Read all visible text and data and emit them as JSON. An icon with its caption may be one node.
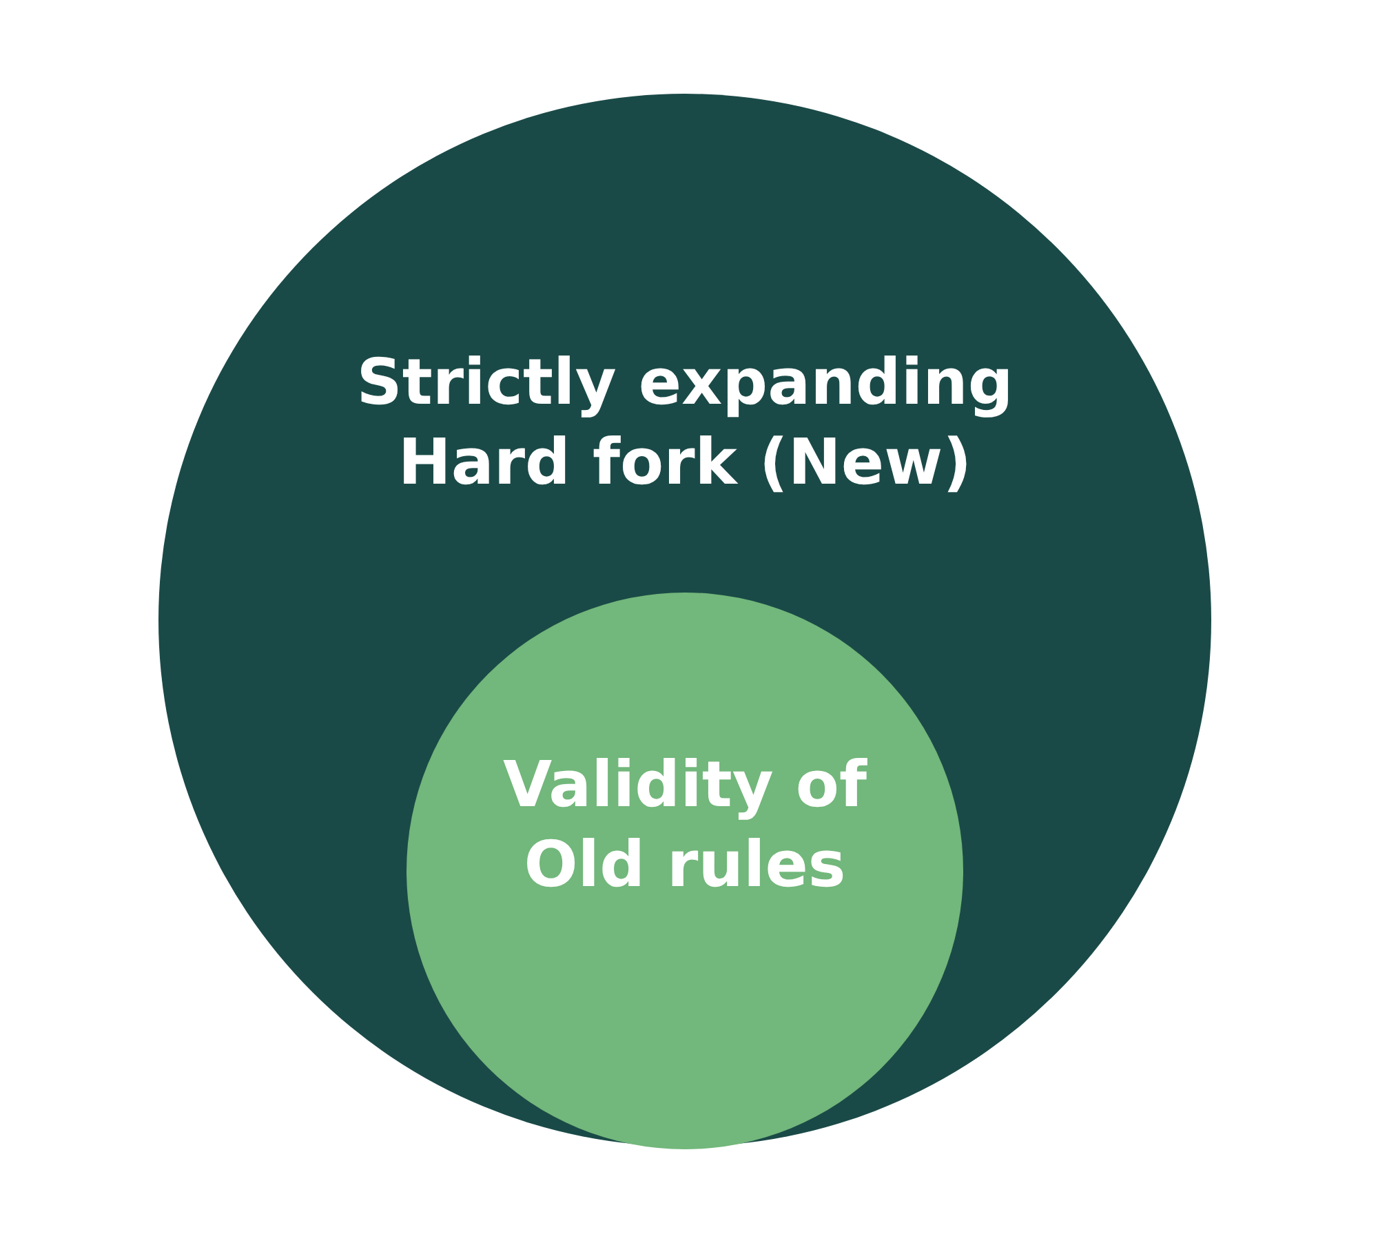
{
  "diagram": {
    "nodes": [
      {
        "text": [
          "Strictly expanding Hard fork (New)"
        ]
      },
      {
        "text": [
          "Validity of Old rules"
        ],
        "in": 0
      }
    ]
  }
}
